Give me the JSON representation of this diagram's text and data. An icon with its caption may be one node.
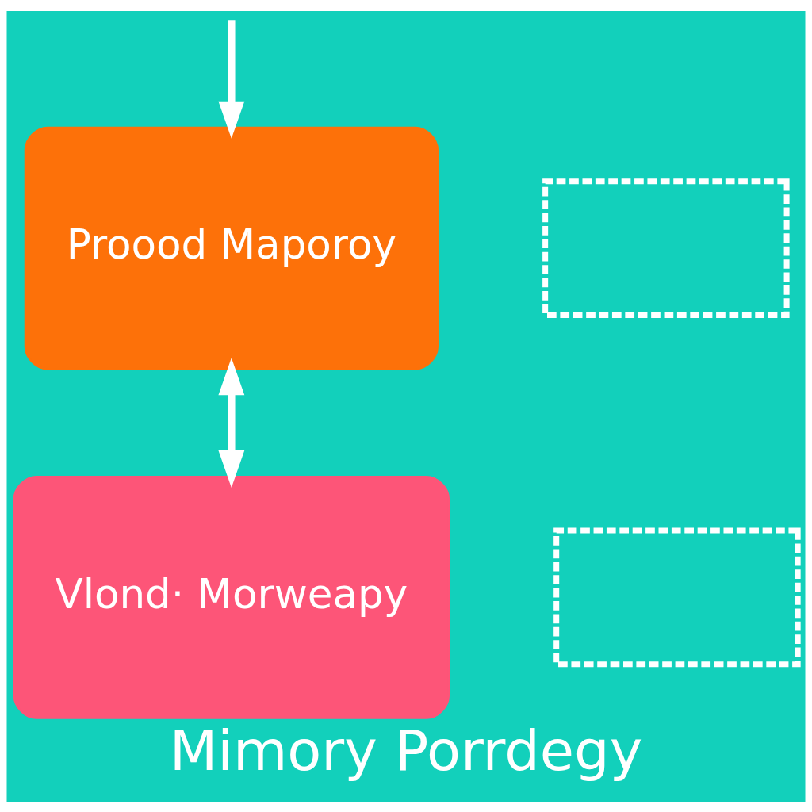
{
  "diagram": {
    "caption": "Mimory Porrdegy",
    "nodes": [
      {
        "text": [
          "Vlond· Morweapy"
        ]
      },
      {
        "text": [
          "Proood Maporoy"
        ]
      },
      {
        "text": [],
        "shape": "box"
      },
      {
        "text": [],
        "shape": "box"
      }
    ],
    "edges": [
      {
        "from": 1,
        "to": 0,
        "arrow": "both"
      },
      {
        "from": null,
        "to": 1,
        "arrow": "to"
      }
    ]
  }
}
